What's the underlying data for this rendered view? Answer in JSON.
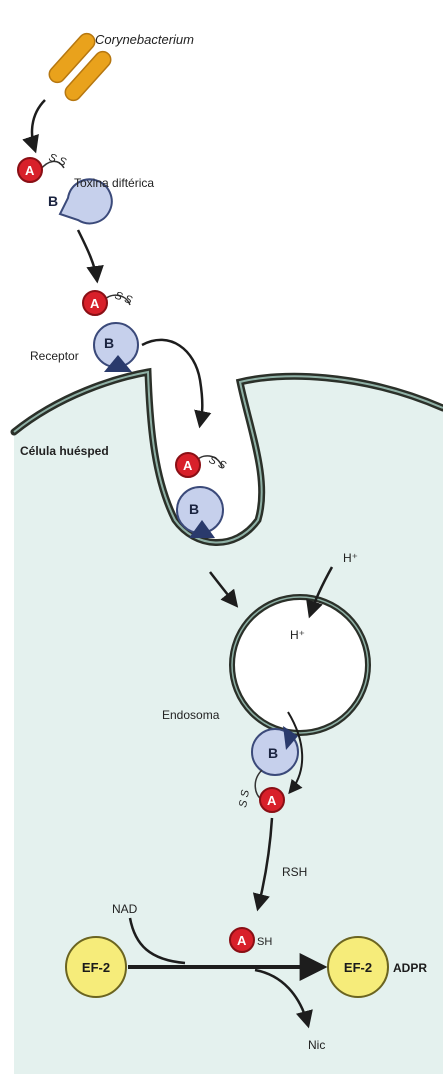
{
  "labels": {
    "bacterium": "Corynebacterium",
    "toxin": "Toxina diftérica",
    "receptor": "Receptor",
    "host_cell": "Célula huésped",
    "endosome": "Endosoma",
    "proton_outside": "H⁺",
    "proton_inside": "H⁺",
    "rsh": "RSH",
    "nad": "NAD",
    "nic": "Nic",
    "adpr": "ADPR"
  },
  "subunits": {
    "a": "A",
    "b": "B",
    "disulfide": "S S",
    "sh": "SH"
  },
  "factor": {
    "ef2_left": "EF-2",
    "ef2_right": "EF-2"
  },
  "colors": {
    "subunit_a": "#d8202a",
    "subunit_b": "#c6d0ec",
    "receptor": "#2a3a6c",
    "bacterium": "#e9a21c",
    "ef2": "#f6ec7a",
    "membrane": "#2b3029",
    "cytoplasm": "#e4f1ee",
    "arrow": "#1d1d1d"
  }
}
